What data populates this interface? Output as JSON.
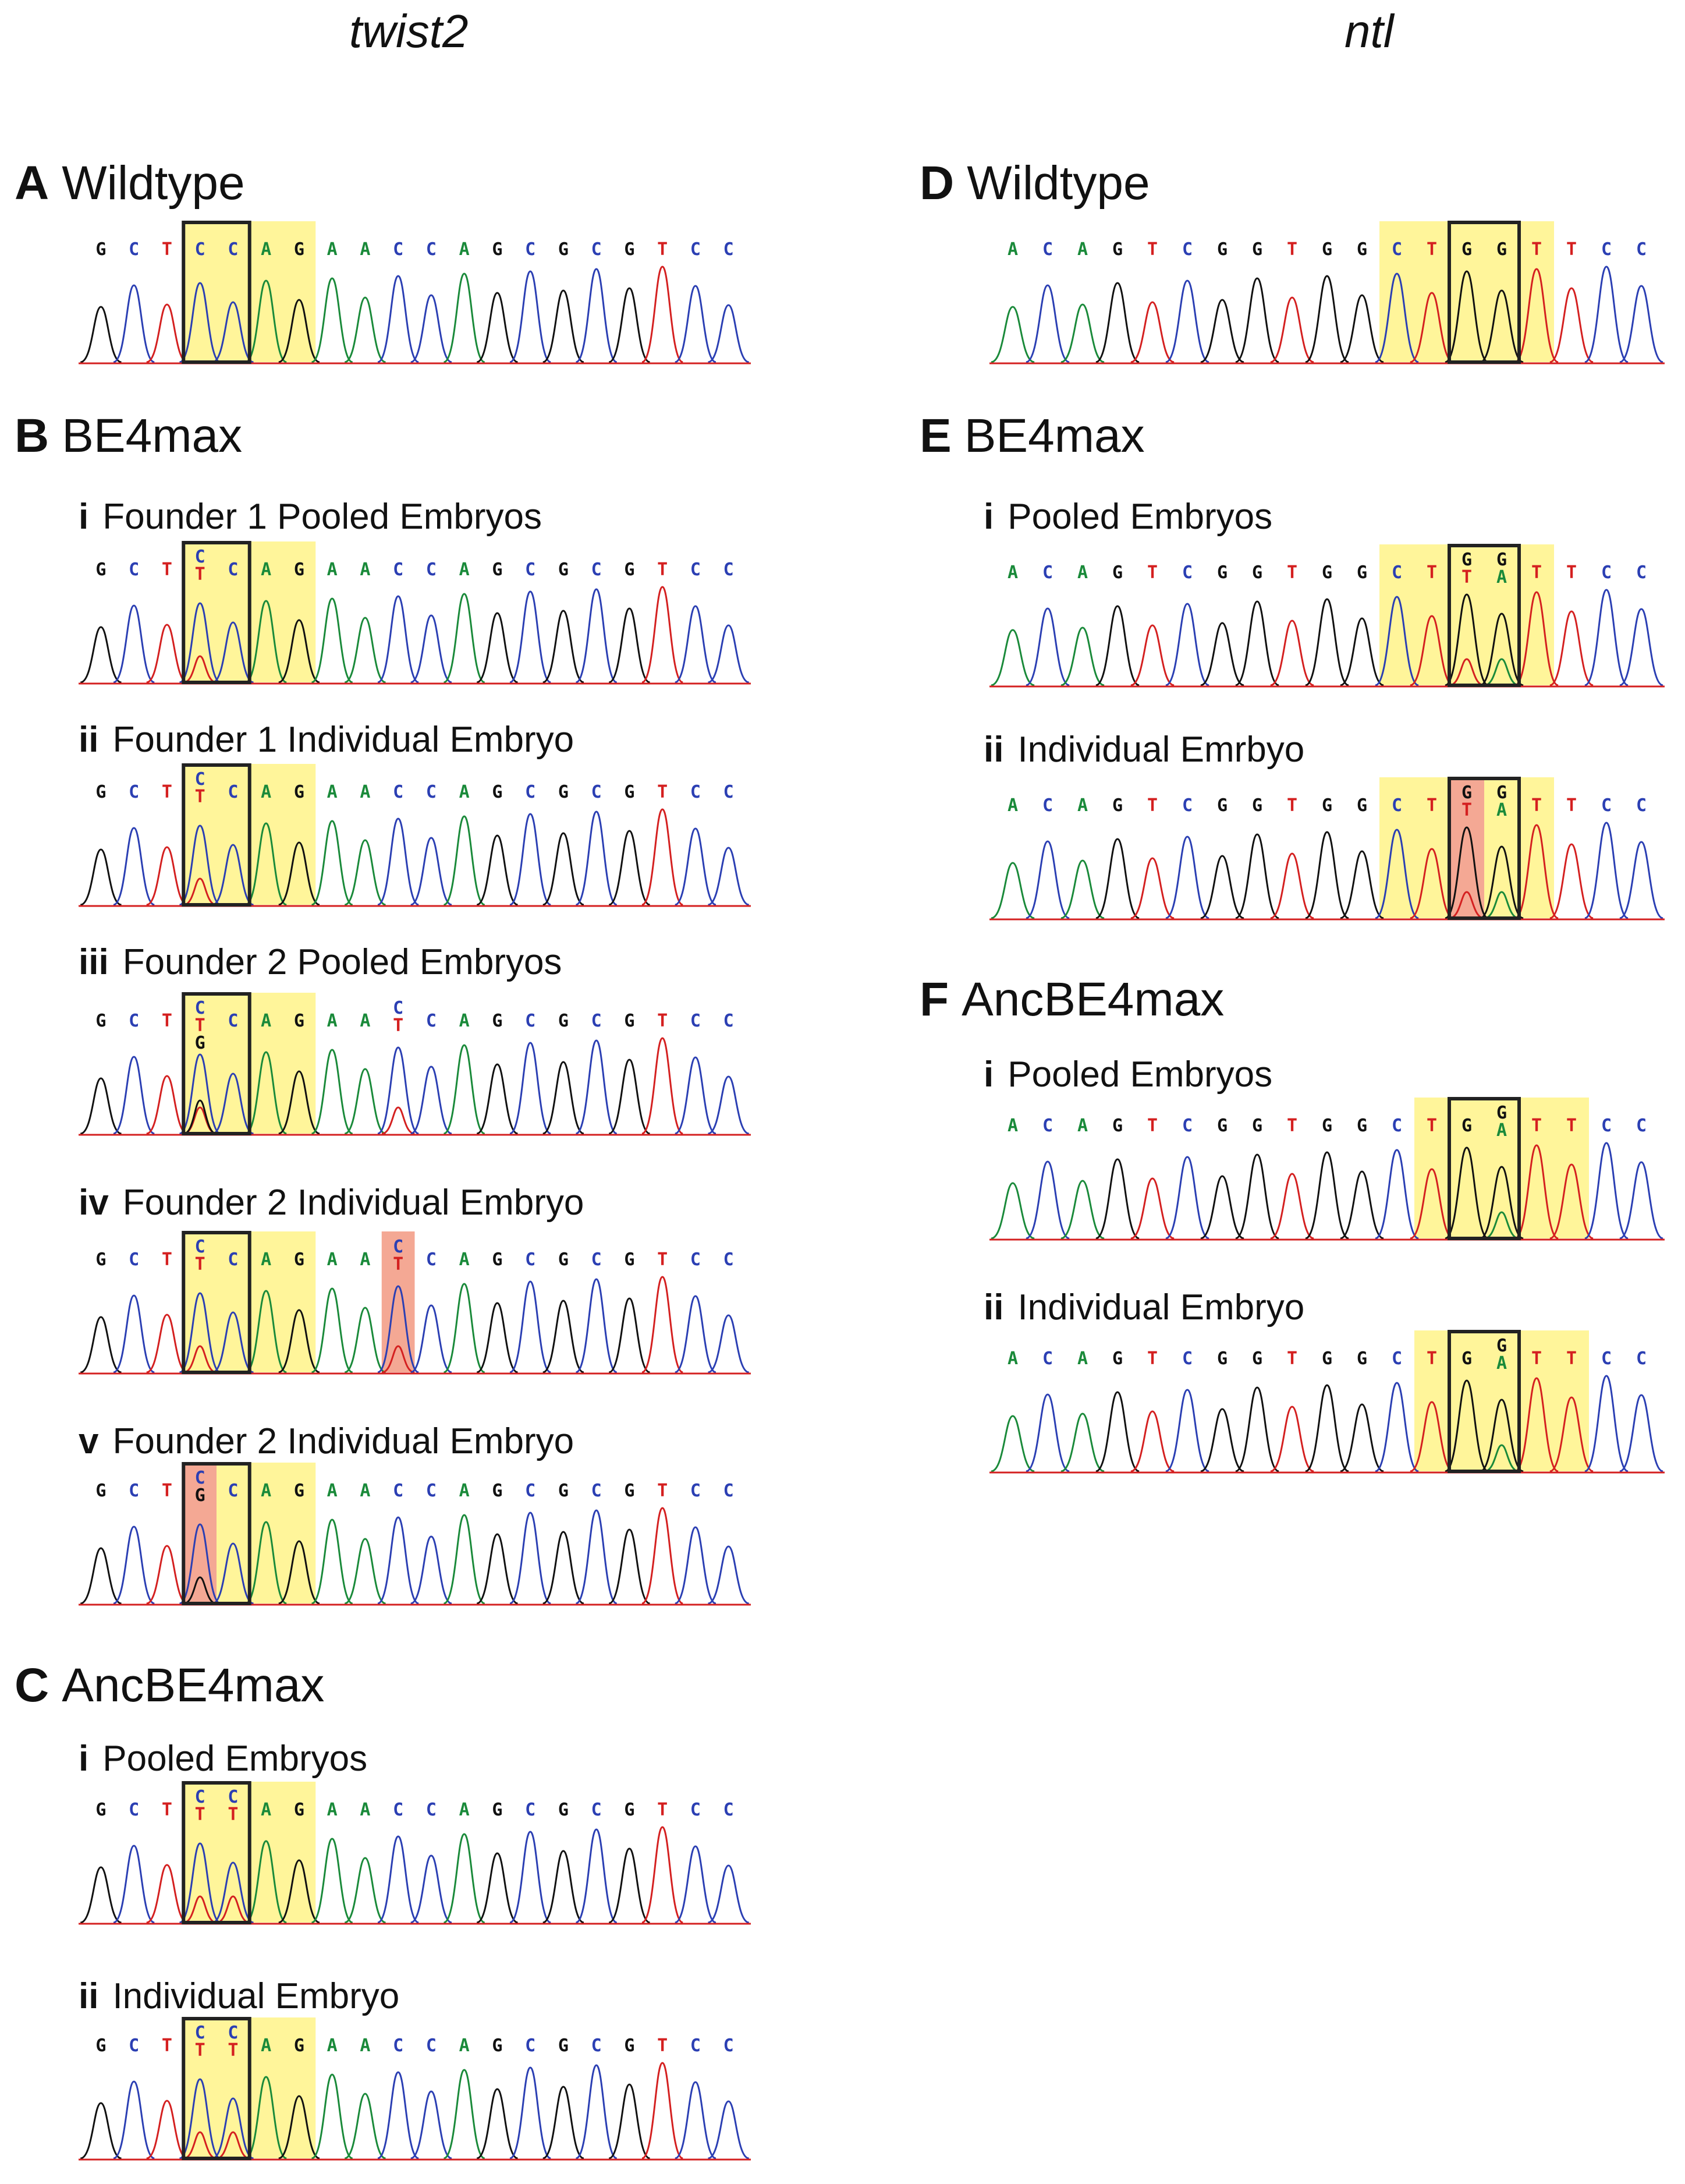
{
  "columns": {
    "left": "twist2",
    "right": "ntl"
  },
  "sections": {
    "A": {
      "letter": "A",
      "title": "Wildtype"
    },
    "B": {
      "letter": "B",
      "title": "BE4max"
    },
    "C": {
      "letter": "C",
      "title": "AncBE4max"
    },
    "D": {
      "letter": "D",
      "title": "Wildtype"
    },
    "E": {
      "letter": "E",
      "title": "BE4max"
    },
    "F": {
      "letter": "F",
      "title": "AncBE4max"
    }
  },
  "subpanels": {
    "B_i": {
      "num": "i",
      "label": "Founder 1 Pooled Embryos"
    },
    "B_ii": {
      "num": "ii",
      "label": "Founder 1 Individual Embryo"
    },
    "B_iii": {
      "num": "iii",
      "label": "Founder 2 Pooled Embryos"
    },
    "B_iv": {
      "num": "iv",
      "label": "Founder 2 Individual Embryo"
    },
    "B_v": {
      "num": "v",
      "label": "Founder 2  Individual Embryo"
    },
    "C_i": {
      "num": "i",
      "label": "Pooled Embryos"
    },
    "C_ii": {
      "num": "ii",
      "label": "Individual Embryo"
    },
    "E_i": {
      "num": "i",
      "label": "Pooled Embryos"
    },
    "E_ii": {
      "num": "ii",
      "label": "Individual Emrbyo"
    },
    "F_i": {
      "num": "i",
      "label": "Pooled Embryos"
    },
    "F_ii": {
      "num": "ii",
      "label": "Individual Embryo"
    }
  },
  "colors": {
    "A": "#1a8a3a",
    "C": "#2b3fb3",
    "G": "#111111",
    "T": "#d42020",
    "highlight": "#fff59a",
    "edited": "#f4a894",
    "box": "#222222"
  },
  "traces": {
    "A": {
      "seq": "GCTCCAGAACCAGCGCGTCC",
      "hl": [
        3,
        6
      ],
      "box": [
        3,
        4
      ],
      "alt": {}
    },
    "B_i": {
      "seq": "GCTCCAGAACCAGCGCGTCC",
      "hl": [
        3,
        6
      ],
      "box": [
        3,
        4
      ],
      "alt": {
        "3": [
          "T"
        ]
      }
    },
    "B_ii": {
      "seq": "GCTCCAGAACCAGCGCGTCC",
      "hl": [
        3,
        6
      ],
      "box": [
        3,
        4
      ],
      "alt": {
        "3": [
          "T"
        ]
      }
    },
    "B_iii": {
      "seq": "GCTCCAGAACCAGCGCGTCC",
      "hl": [
        3,
        6
      ],
      "box": [
        3,
        4
      ],
      "alt": {
        "3": [
          "T",
          "G"
        ],
        "9": [
          "T"
        ]
      }
    },
    "B_iv": {
      "seq": "GCTCCAGAACCAGCGCGTCC",
      "hl": [
        3,
        6
      ],
      "box": [
        3,
        4
      ],
      "alt": {
        "3": [
          "T"
        ],
        "9": [
          "T"
        ]
      },
      "red": [
        9
      ]
    },
    "B_v": {
      "seq": "GCTCCAGAACCAGCGCGTCC",
      "hl": [
        3,
        6
      ],
      "box": [
        3,
        4
      ],
      "alt": {
        "3": [
          "G"
        ]
      },
      "red": [
        3
      ]
    },
    "C_i": {
      "seq": "GCTCCAGAACCAGCGCGTCC",
      "hl": [
        3,
        6
      ],
      "box": [
        3,
        4
      ],
      "alt": {
        "3": [
          "T"
        ],
        "4": [
          "T"
        ]
      }
    },
    "C_ii": {
      "seq": "GCTCCAGAACCAGCGCGTCC",
      "hl": [
        3,
        6
      ],
      "box": [
        3,
        4
      ],
      "alt": {
        "3": [
          "T"
        ],
        "4": [
          "T"
        ]
      }
    },
    "D": {
      "seq": "ACAGTCGGTGGCTGGTTCC",
      "hl": [
        11,
        15
      ],
      "box": [
        13,
        14
      ],
      "alt": {}
    },
    "E_i": {
      "seq": "ACAGTCGGTGGCTGGTTCC",
      "hl": [
        11,
        15
      ],
      "box": [
        13,
        14
      ],
      "alt": {
        "13": [
          "T"
        ],
        "14": [
          "A"
        ]
      }
    },
    "E_ii": {
      "seq": "ACAGTCGGTGGCTGGTTCC",
      "hl": [
        11,
        15
      ],
      "box": [
        13,
        14
      ],
      "alt": {
        "13": [
          "T"
        ],
        "14": [
          "A"
        ]
      },
      "red": [
        13
      ]
    },
    "F_i": {
      "seq": "ACAGTCGGTGGCTGGTTCC",
      "hl": [
        12,
        16
      ],
      "box": [
        13,
        14
      ],
      "alt": {
        "14": [
          "A"
        ]
      }
    },
    "F_ii": {
      "seq": "ACAGTCGGTGGCTGGTTCC",
      "hl": [
        12,
        16
      ],
      "box": [
        13,
        14
      ],
      "alt": {
        "14": [
          "A"
        ]
      }
    }
  }
}
